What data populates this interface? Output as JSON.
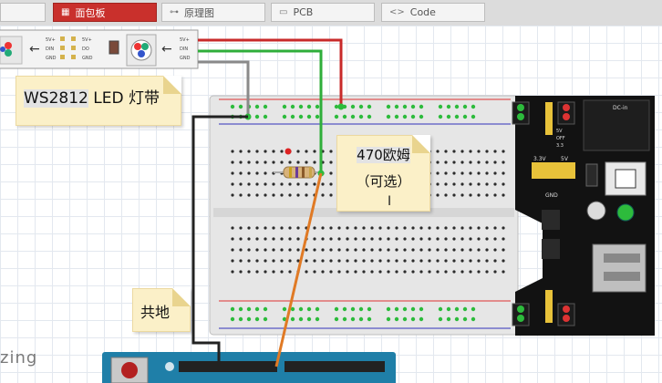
{
  "tabs": [
    {
      "label": "",
      "icon": "grid-icon"
    },
    {
      "label": "面包板",
      "icon": "breadboard-icon",
      "active": true
    },
    {
      "label": "原理图",
      "icon": "schematic-icon"
    },
    {
      "label": "PCB",
      "icon": "pcb-icon"
    },
    {
      "label": "Code",
      "icon": "code-icon"
    }
  ],
  "led_strip": {
    "pin_labels": [
      "5V+",
      "DIN",
      "GND"
    ],
    "pin_labels_right": [
      "5V+",
      "DO",
      "GND"
    ]
  },
  "notes": {
    "led_label_prefix": "WS2812",
    "led_label_rest": " LED 灯带",
    "resistor_line1": "470欧姆",
    "resistor_line2": "（可选）",
    "ground": "共地"
  },
  "power_module": {
    "title": "DC-in",
    "labels": [
      "5V",
      "OFF",
      "3.3",
      "3.3V",
      "5V",
      "GND"
    ]
  },
  "brand_text": "zing",
  "colors": {
    "tab_active": "#c9302c",
    "wire_red": "#c82a2a",
    "wire_green": "#2fae3a",
    "wire_gray": "#8a8a8a",
    "wire_black": "#222222",
    "wire_orange": "#e07a25",
    "note_bg": "#fbf0c8"
  }
}
